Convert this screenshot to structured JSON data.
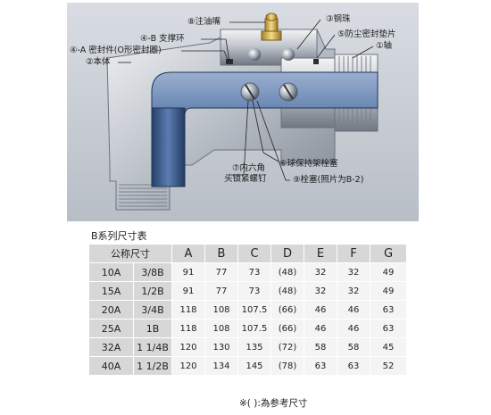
{
  "diagram": {
    "callouts": {
      "c8": "⑧注油嘴",
      "c3": "③钢珠",
      "c4b": "④-B 支撑环",
      "c5": "⑤防尘密封垫片",
      "c4a": "④-A 密封件(O形密封圈)",
      "c1": "①轴",
      "c2": "②本体",
      "c7a": "⑦内六角",
      "c7b": "头锁紧螺钉",
      "c6": "⑥球保持架栓塞",
      "c9": "⑨栓塞(照片为B-2)"
    }
  },
  "table": {
    "title": "B系列尺寸表",
    "nominal_header": "公称尺寸",
    "columns": [
      "A",
      "B",
      "C",
      "D",
      "E",
      "F",
      "G"
    ],
    "rows": [
      {
        "nom1": "10A",
        "nom2": "3/8B",
        "values": [
          "91",
          "77",
          "73",
          "(48)",
          "32",
          "32",
          "49"
        ]
      },
      {
        "nom1": "15A",
        "nom2": "1/2B",
        "values": [
          "91",
          "77",
          "73",
          "(48)",
          "32",
          "32",
          "49"
        ]
      },
      {
        "nom1": "20A",
        "nom2": "3/4B",
        "values": [
          "118",
          "108",
          "107.5",
          "(66)",
          "46",
          "46",
          "63"
        ]
      },
      {
        "nom1": "25A",
        "nom2": "1B",
        "values": [
          "118",
          "108",
          "107.5",
          "(66)",
          "46",
          "46",
          "63"
        ]
      },
      {
        "nom1": "32A",
        "nom2": "1 1/4B",
        "values": [
          "120",
          "130",
          "135",
          "(72)",
          "58",
          "58",
          "45"
        ]
      },
      {
        "nom1": "40A",
        "nom2": "1 1/2B",
        "values": [
          "120",
          "134",
          "145",
          "(78)",
          "63",
          "63",
          "52"
        ]
      }
    ],
    "note": "※( ):為参考尺寸"
  }
}
